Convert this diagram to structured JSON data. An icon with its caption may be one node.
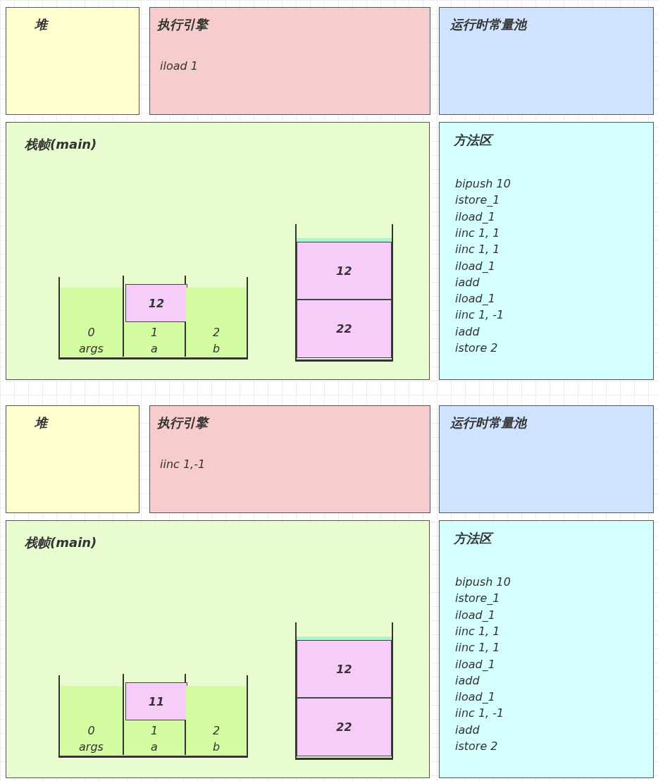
{
  "diagram": {
    "nodes": [
      {
        "text": [
          "堆"
        ]
      },
      {
        "text": [
          "执行引擎",
          "iload 1"
        ]
      },
      {
        "text": [
          "运行时常量池"
        ]
      },
      {
        "text": [
          "栈帧(main)"
        ]
      },
      {
        "text": [],
        "shape": "box",
        "in": 3
      },
      {
        "text": [
          "0",
          "args"
        ],
        "in": 4
      },
      {
        "text": [
          "1",
          "a"
        ],
        "in": 4
      },
      {
        "text": [
          "12"
        ],
        "in": 6
      },
      {
        "text": [
          "2",
          "b"
        ],
        "in": 4
      },
      {
        "text": [],
        "shape": "box",
        "in": 3
      },
      {
        "text": [
          "12"
        ],
        "in": 9
      },
      {
        "text": [
          "22"
        ],
        "in": 9
      },
      {
        "text": [
          "方法区",
          "bipush 10",
          "istore_1",
          "iload_1",
          "iinc 1, 1",
          "iinc 1, 1",
          "iload_1",
          "iadd",
          "iload_1",
          "iinc 1, -1",
          "iadd",
          "istore 2"
        ]
      },
      {
        "text": [
          "堆"
        ]
      },
      {
        "text": [
          "执行引擎",
          "iinc 1,-1"
        ]
      },
      {
        "text": [
          "运行时常量池"
        ]
      },
      {
        "text": [
          "栈帧(main)"
        ]
      },
      {
        "text": [],
        "shape": "box",
        "in": 16
      },
      {
        "text": [
          "0",
          "args"
        ],
        "in": 17
      },
      {
        "text": [
          "1",
          "a"
        ],
        "in": 17
      },
      {
        "text": [
          "11"
        ],
        "in": 19
      },
      {
        "text": [
          "2",
          "b"
        ],
        "in": 17
      },
      {
        "text": [],
        "shape": "box",
        "in": 16
      },
      {
        "text": [
          "12"
        ],
        "in": 22
      },
      {
        "text": [
          "22"
        ],
        "in": 22
      },
      {
        "text": [
          "方法区",
          "bipush 10",
          "istore_1",
          "iload_1",
          "iinc 1, 1",
          "iinc 1, 1",
          "iload_1",
          "iadd",
          "iload_1",
          "iinc 1, -1",
          "iadd",
          "istore 2"
        ]
      }
    ]
  }
}
